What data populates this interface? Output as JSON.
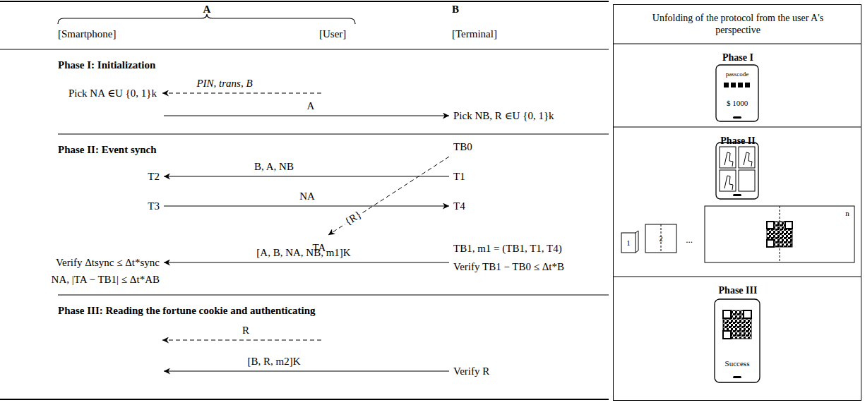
{
  "diagram": {
    "nodes": [
      {
        "text": [
          "Unfolding of the protocol from the user A's perspective",
          "Phase I",
          "Phase II",
          "Phase III"
        ]
      }
    ],
    "labels": [
      "A",
      "[Smartphone]",
      "[User]",
      "B",
      "[Terminal]",
      "Phase I: Initialization",
      "PIN, trans, B",
      "Pick NA ∈U {0, 1}k",
      "A",
      "Pick NB, R ∈U {0, 1}k",
      "Phase II: Event synch",
      "TB0",
      "B, A, NB",
      "T2",
      "T1",
      "NA",
      "T3",
      "T4",
      "{R}",
      "TA",
      "TB1, m1 = (TB1, T1, T4)",
      "[A, B, NA, NB, m1]K",
      "Verify Δtsync ≤ Δt*sync",
      "Verify TB1 − TB0 ≤ Δt*B",
      "NA, |TA − TB1| ≤ Δt*AB",
      "Phase III: Reading the fortune cookie and authenticating",
      "R",
      "[B, R, m2]K",
      "Verify R",
      "passcode",
      "$ 1000",
      "1",
      "2",
      "...",
      "n",
      "Success"
    ]
  }
}
